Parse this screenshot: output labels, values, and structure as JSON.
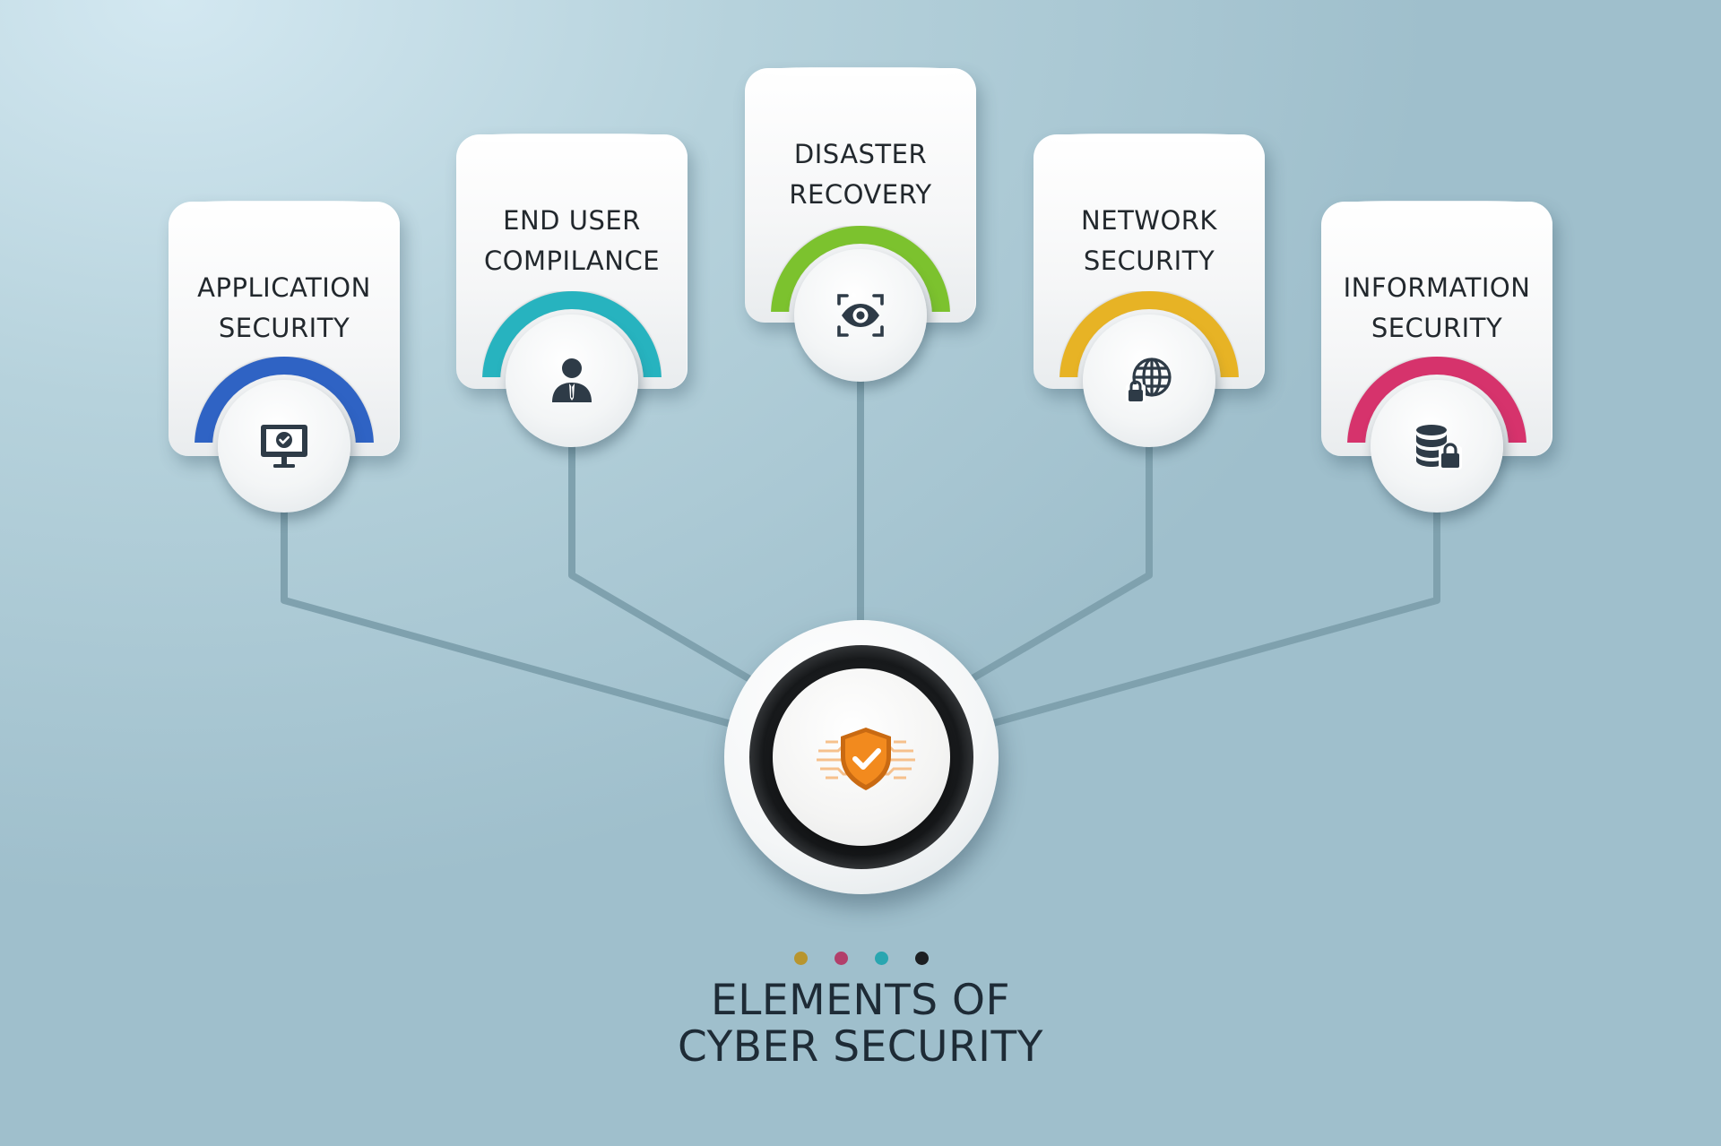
{
  "diagram": {
    "title_line1": "ELEMENTS OF",
    "title_line2": "CYBER SECURITY",
    "connector_color": "#7fa1ae",
    "hub_icon": "shield-check-icon",
    "hub_accent": "#f28a1e",
    "dots": [
      "#b8952e",
      "#b23f6a",
      "#2aa6b0",
      "#1c1f22"
    ],
    "elements": [
      {
        "line1": "APPLICATION",
        "line2": "SECURITY",
        "icon": "monitor-check-icon",
        "accent": "#2f63c4"
      },
      {
        "line1": "END USER",
        "line2": "COMPILANCE",
        "icon": "user-icon",
        "accent": "#27b3bf"
      },
      {
        "line1": "DISASTER",
        "line2": "RECOVERY",
        "icon": "eye-scan-icon",
        "accent": "#7cc22e"
      },
      {
        "line1": "NETWORK",
        "line2": "SECURITY",
        "icon": "globe-lock-icon",
        "accent": "#e7b325"
      },
      {
        "line1": "INFORMATION",
        "line2": "SECURITY",
        "icon": "database-lock-icon",
        "accent": "#d6336c"
      }
    ]
  }
}
